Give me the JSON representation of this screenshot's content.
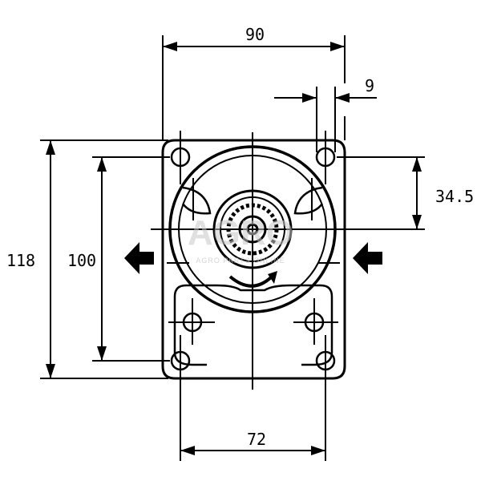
{
  "dimensions": {
    "top_width": "90",
    "hole_offset": "9",
    "right_offset": "34.5",
    "overall_height": "118",
    "hole_spacing_vertical": "100",
    "bottom_width": "72"
  },
  "watermark": {
    "logo": "AGRO",
    "caption": "AGRO PARTS ONLINE"
  },
  "colors": {
    "line": "#000000",
    "watermark": "#c8c8c8",
    "background": "#ffffff"
  },
  "icons": {
    "left_port_arrow": "arrow-left-icon",
    "right_port_arrow": "arrow-left-icon",
    "rotation": "rotation-arrow-icon"
  }
}
